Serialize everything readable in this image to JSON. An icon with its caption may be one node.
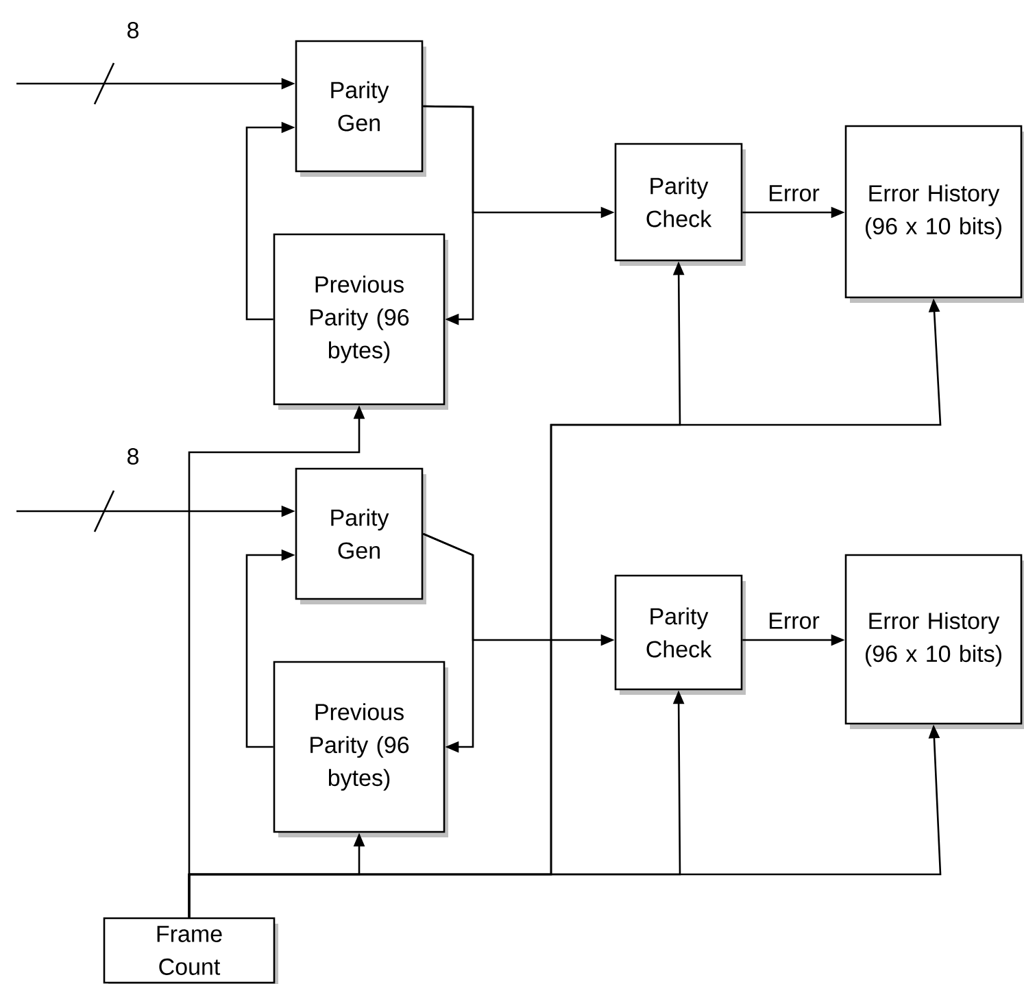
{
  "diagram": {
    "nodes": [
      {
        "text": [
          "Parity Gen"
        ]
      },
      {
        "text": [
          "Previous Parity (96 bytes)"
        ]
      },
      {
        "text": [
          "Parity Check"
        ]
      },
      {
        "text": [
          "Error History (96 x 10 bits)"
        ]
      },
      {
        "text": [
          "Parity Gen"
        ]
      },
      {
        "text": [
          "Previous Parity (96 bytes)"
        ]
      },
      {
        "text": [
          "Parity Check"
        ]
      },
      {
        "text": [
          "Error History (96 x 10 bits)"
        ]
      },
      {
        "text": [
          "Frame Count"
        ]
      }
    ],
    "edges": [
      {
        "from": null,
        "to": 0,
        "arrow": "to",
        "label": "8"
      },
      {
        "from": 0,
        "to": 1,
        "arrow": "to"
      },
      {
        "from": 0,
        "to": 2,
        "arrow": "to"
      },
      {
        "from": 1,
        "to": 0,
        "arrow": "to"
      },
      {
        "from": 2,
        "to": 3,
        "arrow": "to",
        "label": "Error"
      },
      {
        "from": null,
        "to": 4,
        "arrow": "to",
        "label": "8"
      },
      {
        "from": 4,
        "to": 5,
        "arrow": "to"
      },
      {
        "from": 4,
        "to": 6,
        "arrow": "to"
      },
      {
        "from": 5,
        "to": 4,
        "arrow": "to"
      },
      {
        "from": 6,
        "to": 7,
        "arrow": "to",
        "label": "Error"
      },
      {
        "from": 8,
        "to": 1,
        "arrow": "to"
      },
      {
        "from": 8,
        "to": 5,
        "arrow": "to"
      },
      {
        "from": 8,
        "to": 2,
        "arrow": "to"
      },
      {
        "from": 8,
        "to": 3,
        "arrow": "to"
      },
      {
        "from": 8,
        "to": 6,
        "arrow": "to"
      },
      {
        "from": 8,
        "to": 7,
        "arrow": "to"
      }
    ]
  }
}
